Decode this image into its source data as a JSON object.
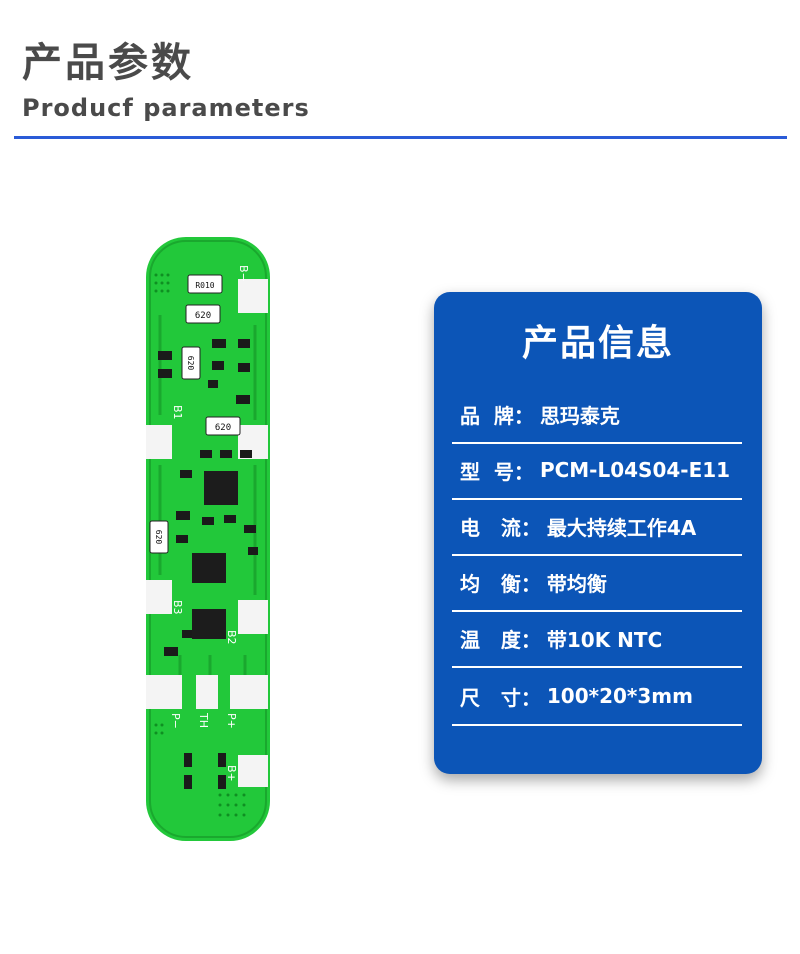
{
  "header": {
    "title_cn": "产品参数",
    "title_en": "Producf  parameters"
  },
  "board": {
    "resistor_top": "R010",
    "resistor_1": "620",
    "resistor_2": "620",
    "resistor_3": "620",
    "resistor_4": "620",
    "pad_b_minus": "B−",
    "pad_b1": "B1",
    "pad_b3": "B3",
    "pad_b2": "B2",
    "pad_p_minus": "P−",
    "pad_th": "TH",
    "pad_p_plus": "P+",
    "pad_b_plus": "B+",
    "pcb_color": "#22c83a"
  },
  "card": {
    "title": "产品信息",
    "bg_color": "#0c55b7",
    "rows": [
      {
        "label": "品  牌：",
        "value": "思玛泰克"
      },
      {
        "label": "型  号：",
        "value": "PCM-L04S04-E11"
      },
      {
        "label": "电   流：",
        "value": "最大持续工作4A"
      },
      {
        "label": "均   衡：",
        "value": "带均衡"
      },
      {
        "label": "温   度：",
        "value": "带10K NTC"
      },
      {
        "label": "尺   寸：",
        "value": "100*20*3mm"
      }
    ]
  }
}
